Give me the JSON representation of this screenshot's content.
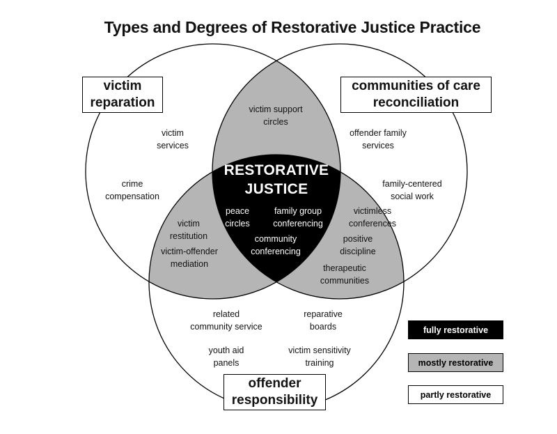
{
  "title": "Types and Degrees of Restorative Justice Practice",
  "center_label": "RESTORATIVE\nJUSTICE",
  "circles": {
    "victim": "victim\nreparation",
    "communities": "communities of care\nreconciliation",
    "offender": "offender\nresponsibility"
  },
  "items": {
    "victim_only": [
      "victim\nservices",
      "crime\ncompensation"
    ],
    "communities_only": [
      "offender family\nservices",
      "family-centered\nsocial work"
    ],
    "offender_only": [
      "related\ncommunity service",
      "reparative\nboards",
      "youth aid\npanels",
      "victim sensitivity\ntraining"
    ],
    "victim_communities": [
      "victim support\ncircles"
    ],
    "victim_offender": [
      "victim\nrestitution",
      "victim-offender\nmediation"
    ],
    "communities_offender": [
      "victimless\nconferences",
      "positive\ndiscipline",
      "therapeutic\ncommunities"
    ],
    "center": [
      "peace\ncircles",
      "family group\nconferencing",
      "community\nconferencing"
    ]
  },
  "legend": [
    {
      "label": "fully restorative",
      "color": "#000000",
      "text_color": "#ffffff"
    },
    {
      "label": "mostly restorative",
      "color": "#b5b5b5",
      "text_color": "#000000"
    },
    {
      "label": "partly restorative",
      "color": "#ffffff",
      "text_color": "#000000"
    }
  ],
  "colors": {
    "full": "#000000",
    "mostly": "#b5b5b5",
    "partly": "#ffffff",
    "line": "#000000"
  }
}
